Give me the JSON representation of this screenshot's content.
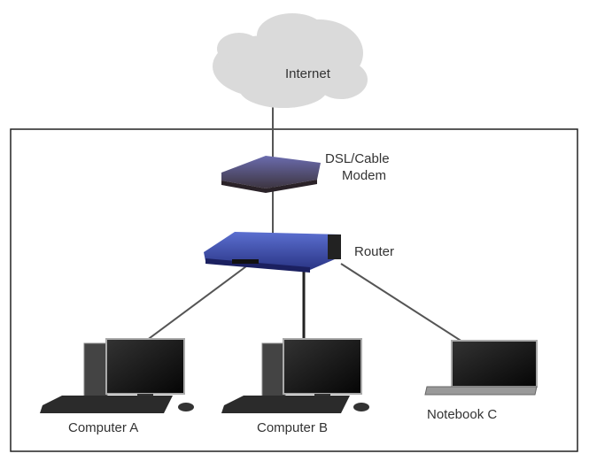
{
  "nodes": {
    "internet": {
      "label": "Internet",
      "icon": "cloud-icon"
    },
    "modem": {
      "label_line1": "DSL/Cable",
      "label_line2": "Modem",
      "icon": "modem-icon"
    },
    "router": {
      "label": "Router",
      "icon": "router-icon"
    },
    "computer_a": {
      "label": "Computer A",
      "icon": "desktop-computer-icon"
    },
    "computer_b": {
      "label": "Computer B",
      "icon": "desktop-computer-icon"
    },
    "notebook_c": {
      "label": "Notebook C",
      "icon": "laptop-icon"
    }
  },
  "colors": {
    "router": "#3a4fa8",
    "modem": "#5a5060",
    "cloud": "#d9d9d9",
    "line": "#555555"
  }
}
